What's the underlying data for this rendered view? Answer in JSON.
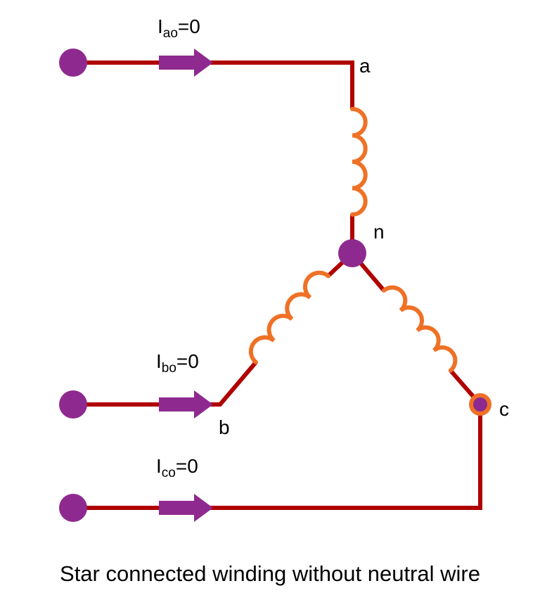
{
  "colors": {
    "wire": "#b00000",
    "coil": "#ef7126",
    "node": "#8e2a8f"
  },
  "currents": [
    {
      "symbol": "I",
      "sub": "ao",
      "value": "=0"
    },
    {
      "symbol": "I",
      "sub": "bo",
      "value": "=0"
    },
    {
      "symbol": "I",
      "sub": "co",
      "value": "=0"
    }
  ],
  "nodes": {
    "a": "a",
    "b": "b",
    "c": "c",
    "n": "n"
  },
  "caption": "Star connected winding without neutral wire"
}
